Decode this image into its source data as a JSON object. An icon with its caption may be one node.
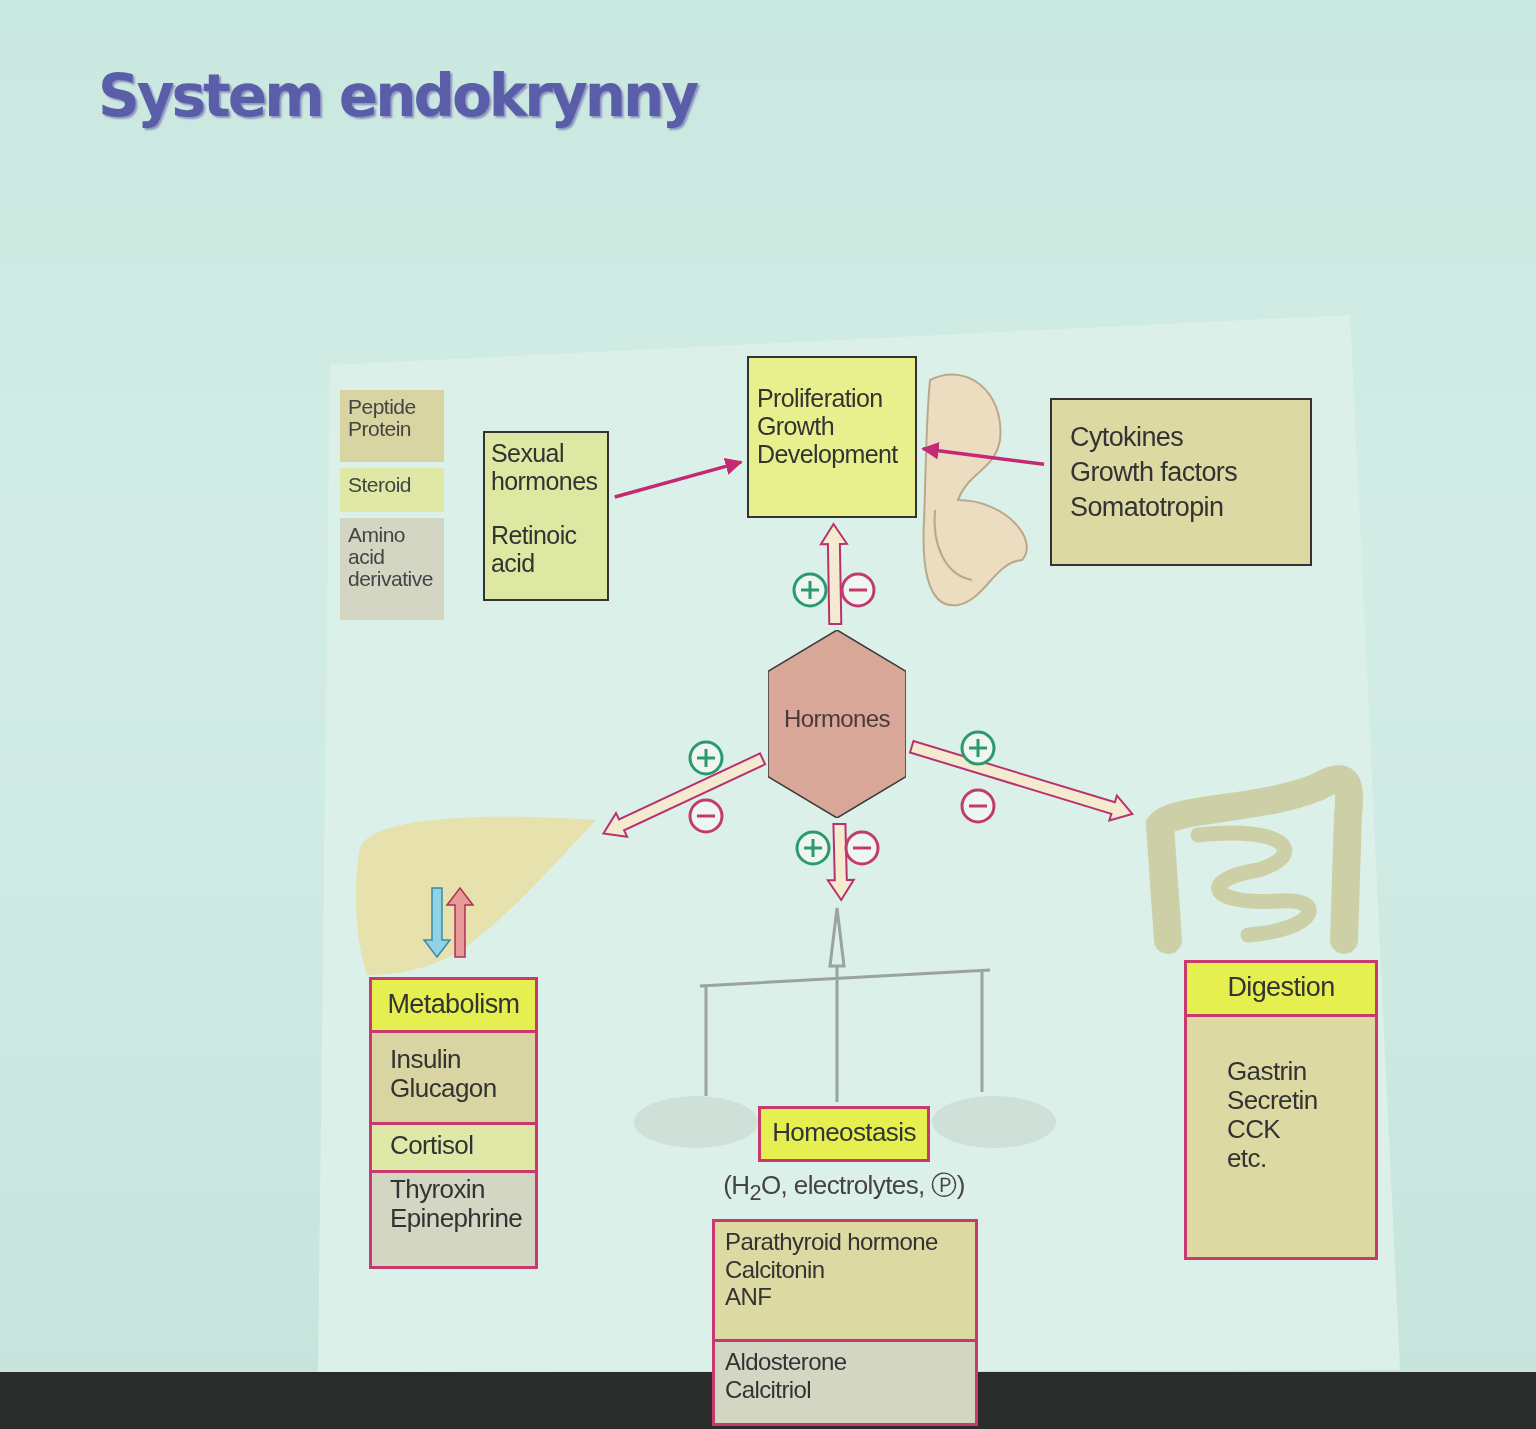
{
  "diagram": {
    "title": "System endokrynny",
    "nodes": [
      {
        "text": [
          "Sexual hormones",
          "Retinoic acid"
        ]
      },
      {
        "text": [
          "Proliferation",
          "Growth",
          "Development"
        ]
      },
      {
        "text": [
          "Cytokines",
          "Growth factors",
          "Somatotropin"
        ]
      },
      {
        "text": [
          "Hormones"
        ]
      },
      {
        "text": [],
        "shape": "picture"
      },
      {
        "text": [],
        "shape": "picture"
      },
      {
        "text": [],
        "shape": "picture"
      },
      {
        "text": [
          "Metabolism"
        ]
      },
      {
        "text": [
          "Insulin",
          "Glucagon"
        ]
      },
      {
        "text": [
          "Cortisol"
        ]
      },
      {
        "text": [
          "Thyroxin",
          "Epinephrine"
        ]
      },
      {
        "text": [
          "Homeostasis"
        ],
        "beside": [
          "(H$_{2}$O, electrolytes, Ⓟ)"
        ],
        "in": 6
      },
      {
        "text": [
          "Parathyroid hormone",
          "Calcitonin",
          "ANF"
        ]
      },
      {
        "text": [
          "Aldosterone",
          "Calcitriol"
        ]
      },
      {
        "text": [
          "Digestion"
        ]
      },
      {
        "text": [
          "Gastrin",
          "Secretin",
          "CCK",
          "etc."
        ]
      }
    ],
    "edges": [
      {
        "from": 0,
        "to": 1,
        "arrow": "to",
        "color": "#c42a74"
      },
      {
        "from": 2,
        "to": 1,
        "arrow": "to",
        "color": "#c42a74"
      },
      {
        "from": 3,
        "to": 1,
        "arrow": "to",
        "style": "thick"
      },
      {
        "from": 3,
        "to": 4,
        "arrow": "to",
        "style": "thick"
      },
      {
        "from": 3,
        "to": 5,
        "arrow": "to",
        "style": "thick"
      },
      {
        "from": 3,
        "to": 6,
        "arrow": "to",
        "style": "thick"
      }
    ],
    "legend": [
      {
        "text": "Peptide Protein",
        "color": "#d9d5a2"
      },
      {
        "text": "Steroid",
        "color": "#dfe8a6"
      },
      {
        "text": "Amino acid derivative",
        "color": "#d3d6c2"
      }
    ]
  }
}
